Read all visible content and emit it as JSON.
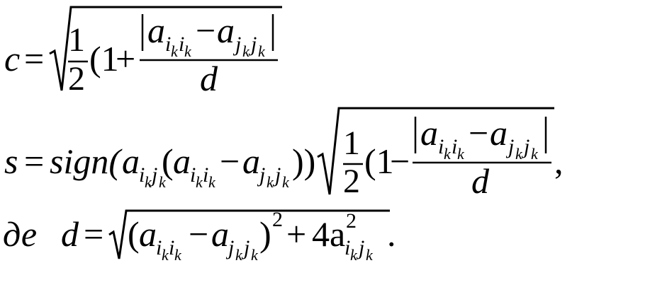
{
  "formula": {
    "line1": {
      "lhs": "c",
      "eq": "=",
      "half_num": "1",
      "half_den": "2",
      "open_one": "(1",
      "op": "+",
      "abs_a1": "a",
      "abs_minus": "−",
      "abs_a2": "a",
      "den": "d"
    },
    "line2": {
      "lhs": "s",
      "eq": "=",
      "sign": "sign(",
      "a_outer": "a",
      "open_inner": "(",
      "a_first": "a",
      "minus": "−",
      "a_second": "a",
      "close": "))",
      "half_num": "1",
      "half_den": "2",
      "open_one": "(1",
      "op": "−",
      "abs_a1": "a",
      "abs_minus": "−",
      "abs_a2": "a",
      "den": "d",
      "comma": ","
    },
    "line3": {
      "where": "де",
      "lhs": "d",
      "eq": "=",
      "open": "(",
      "a_first": "a",
      "minus": "−",
      "a_second": "a",
      "close": ")",
      "sq": "2",
      "plus": "+",
      "four_a": "4a",
      "sq2": "2",
      "period": "."
    },
    "sub": {
      "i": "i",
      "j": "j",
      "k": "k"
    }
  }
}
